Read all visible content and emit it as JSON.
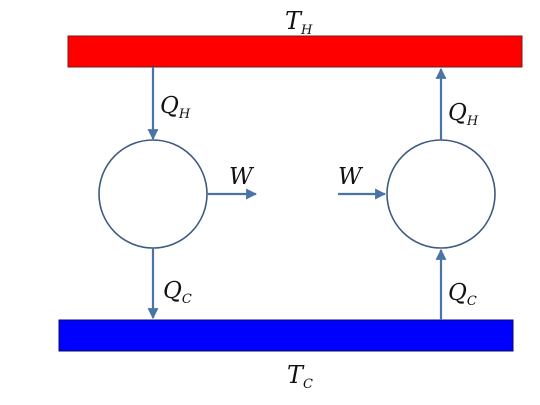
{
  "diagram": {
    "hot_reservoir": {
      "symbol": "T",
      "subscript": "H",
      "color": "#ff0000",
      "border": "#7a1a1a"
    },
    "cold_reservoir": {
      "symbol": "T",
      "subscript": "C",
      "color": "#0000ff",
      "border": "#0a0a66"
    },
    "arrow_color": "#4a73a6",
    "circle_stroke": "#3e5a80",
    "engine": {
      "heat_in": {
        "symbol": "Q",
        "subscript": "H"
      },
      "heat_out": {
        "symbol": "Q",
        "subscript": "C"
      },
      "work": {
        "symbol": "W"
      }
    },
    "refrigerator": {
      "heat_out": {
        "symbol": "Q",
        "subscript": "H"
      },
      "heat_in": {
        "symbol": "Q",
        "subscript": "C"
      },
      "work": {
        "symbol": "W"
      }
    }
  }
}
